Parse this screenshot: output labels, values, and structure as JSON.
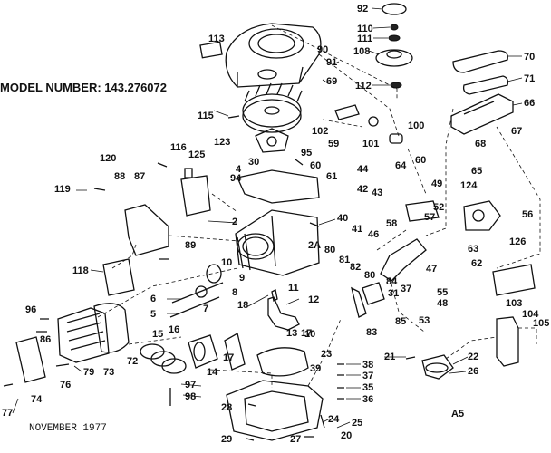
{
  "model_label": "MODEL NUMBER: 143.276072",
  "date_label": "NOVEMBER 1977",
  "sheet_label": "A5",
  "parts": [
    {
      "n": "92"
    },
    {
      "n": "110"
    },
    {
      "n": "111"
    },
    {
      "n": "108"
    },
    {
      "n": "112"
    },
    {
      "n": "113"
    },
    {
      "n": "90"
    },
    {
      "n": "91"
    },
    {
      "n": "69"
    },
    {
      "n": "70"
    },
    {
      "n": "71"
    },
    {
      "n": "66"
    },
    {
      "n": "67"
    },
    {
      "n": "68"
    },
    {
      "n": "115"
    },
    {
      "n": "102"
    },
    {
      "n": "100"
    },
    {
      "n": "101"
    },
    {
      "n": "123"
    },
    {
      "n": "116"
    },
    {
      "n": "125"
    },
    {
      "n": "120"
    },
    {
      "n": "88"
    },
    {
      "n": "87"
    },
    {
      "n": "119"
    },
    {
      "n": "30"
    },
    {
      "n": "4"
    },
    {
      "n": "94"
    },
    {
      "n": "95"
    },
    {
      "n": "59"
    },
    {
      "n": "60"
    },
    {
      "n": "61"
    },
    {
      "n": "44"
    },
    {
      "n": "42"
    },
    {
      "n": "43"
    },
    {
      "n": "64"
    },
    {
      "n": "60"
    },
    {
      "n": "49"
    },
    {
      "n": "65"
    },
    {
      "n": "124"
    },
    {
      "n": "52"
    },
    {
      "n": "57"
    },
    {
      "n": "58"
    },
    {
      "n": "56"
    },
    {
      "n": "2"
    },
    {
      "n": "40"
    },
    {
      "n": "41"
    },
    {
      "n": "46"
    },
    {
      "n": "89"
    },
    {
      "n": "2A"
    },
    {
      "n": "80"
    },
    {
      "n": "81"
    },
    {
      "n": "82"
    },
    {
      "n": "80"
    },
    {
      "n": "63"
    },
    {
      "n": "62"
    },
    {
      "n": "47"
    },
    {
      "n": "126"
    },
    {
      "n": "118"
    },
    {
      "n": "10"
    },
    {
      "n": "9"
    },
    {
      "n": "8"
    },
    {
      "n": "6"
    },
    {
      "n": "7"
    },
    {
      "n": "5"
    },
    {
      "n": "18"
    },
    {
      "n": "11"
    },
    {
      "n": "12"
    },
    {
      "n": "84"
    },
    {
      "n": "31"
    },
    {
      "n": "37"
    },
    {
      "n": "55"
    },
    {
      "n": "48"
    },
    {
      "n": "53"
    },
    {
      "n": "85"
    },
    {
      "n": "83"
    },
    {
      "n": "103"
    },
    {
      "n": "104"
    },
    {
      "n": "105"
    },
    {
      "n": "96"
    },
    {
      "n": "86"
    },
    {
      "n": "79"
    },
    {
      "n": "73"
    },
    {
      "n": "72"
    },
    {
      "n": "15"
    },
    {
      "n": "16"
    },
    {
      "n": "17"
    },
    {
      "n": "13"
    },
    {
      "n": "17"
    },
    {
      "n": "10"
    },
    {
      "n": "14"
    },
    {
      "n": "39"
    },
    {
      "n": "23"
    },
    {
      "n": "38"
    },
    {
      "n": "37"
    },
    {
      "n": "35"
    },
    {
      "n": "36"
    },
    {
      "n": "21"
    },
    {
      "n": "22"
    },
    {
      "n": "26"
    },
    {
      "n": "74"
    },
    {
      "n": "76"
    },
    {
      "n": "77"
    },
    {
      "n": "97"
    },
    {
      "n": "98"
    },
    {
      "n": "28"
    },
    {
      "n": "24"
    },
    {
      "n": "25"
    },
    {
      "n": "29"
    },
    {
      "n": "27"
    },
    {
      "n": "20"
    }
  ]
}
